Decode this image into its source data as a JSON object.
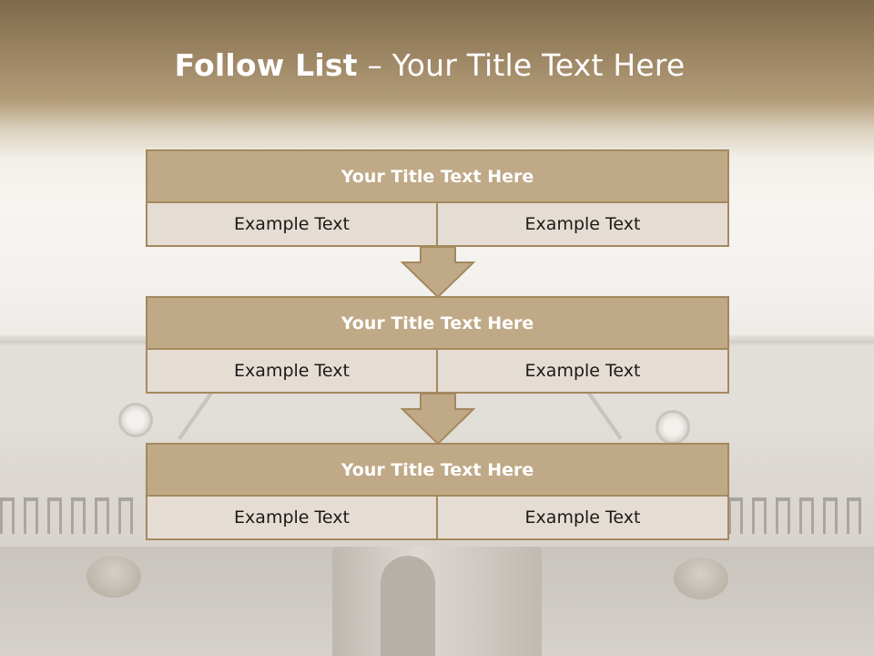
{
  "slide": {
    "title_bold": "Follow List",
    "title_rest": " – Your Title Text Here"
  },
  "blocks": [
    {
      "header": "Your Title Text Here",
      "left": "Example Text",
      "right": "Example Text"
    },
    {
      "header": "Your Title Text Here",
      "left": "Example Text",
      "right": "Example Text"
    },
    {
      "header": "Your Title Text Here",
      "left": "Example Text",
      "right": "Example Text"
    }
  ],
  "colors": {
    "header_fill": "#c0a987",
    "cell_fill": "#e5ddd3",
    "border": "#a4895f",
    "title_text": "#ffffff"
  }
}
